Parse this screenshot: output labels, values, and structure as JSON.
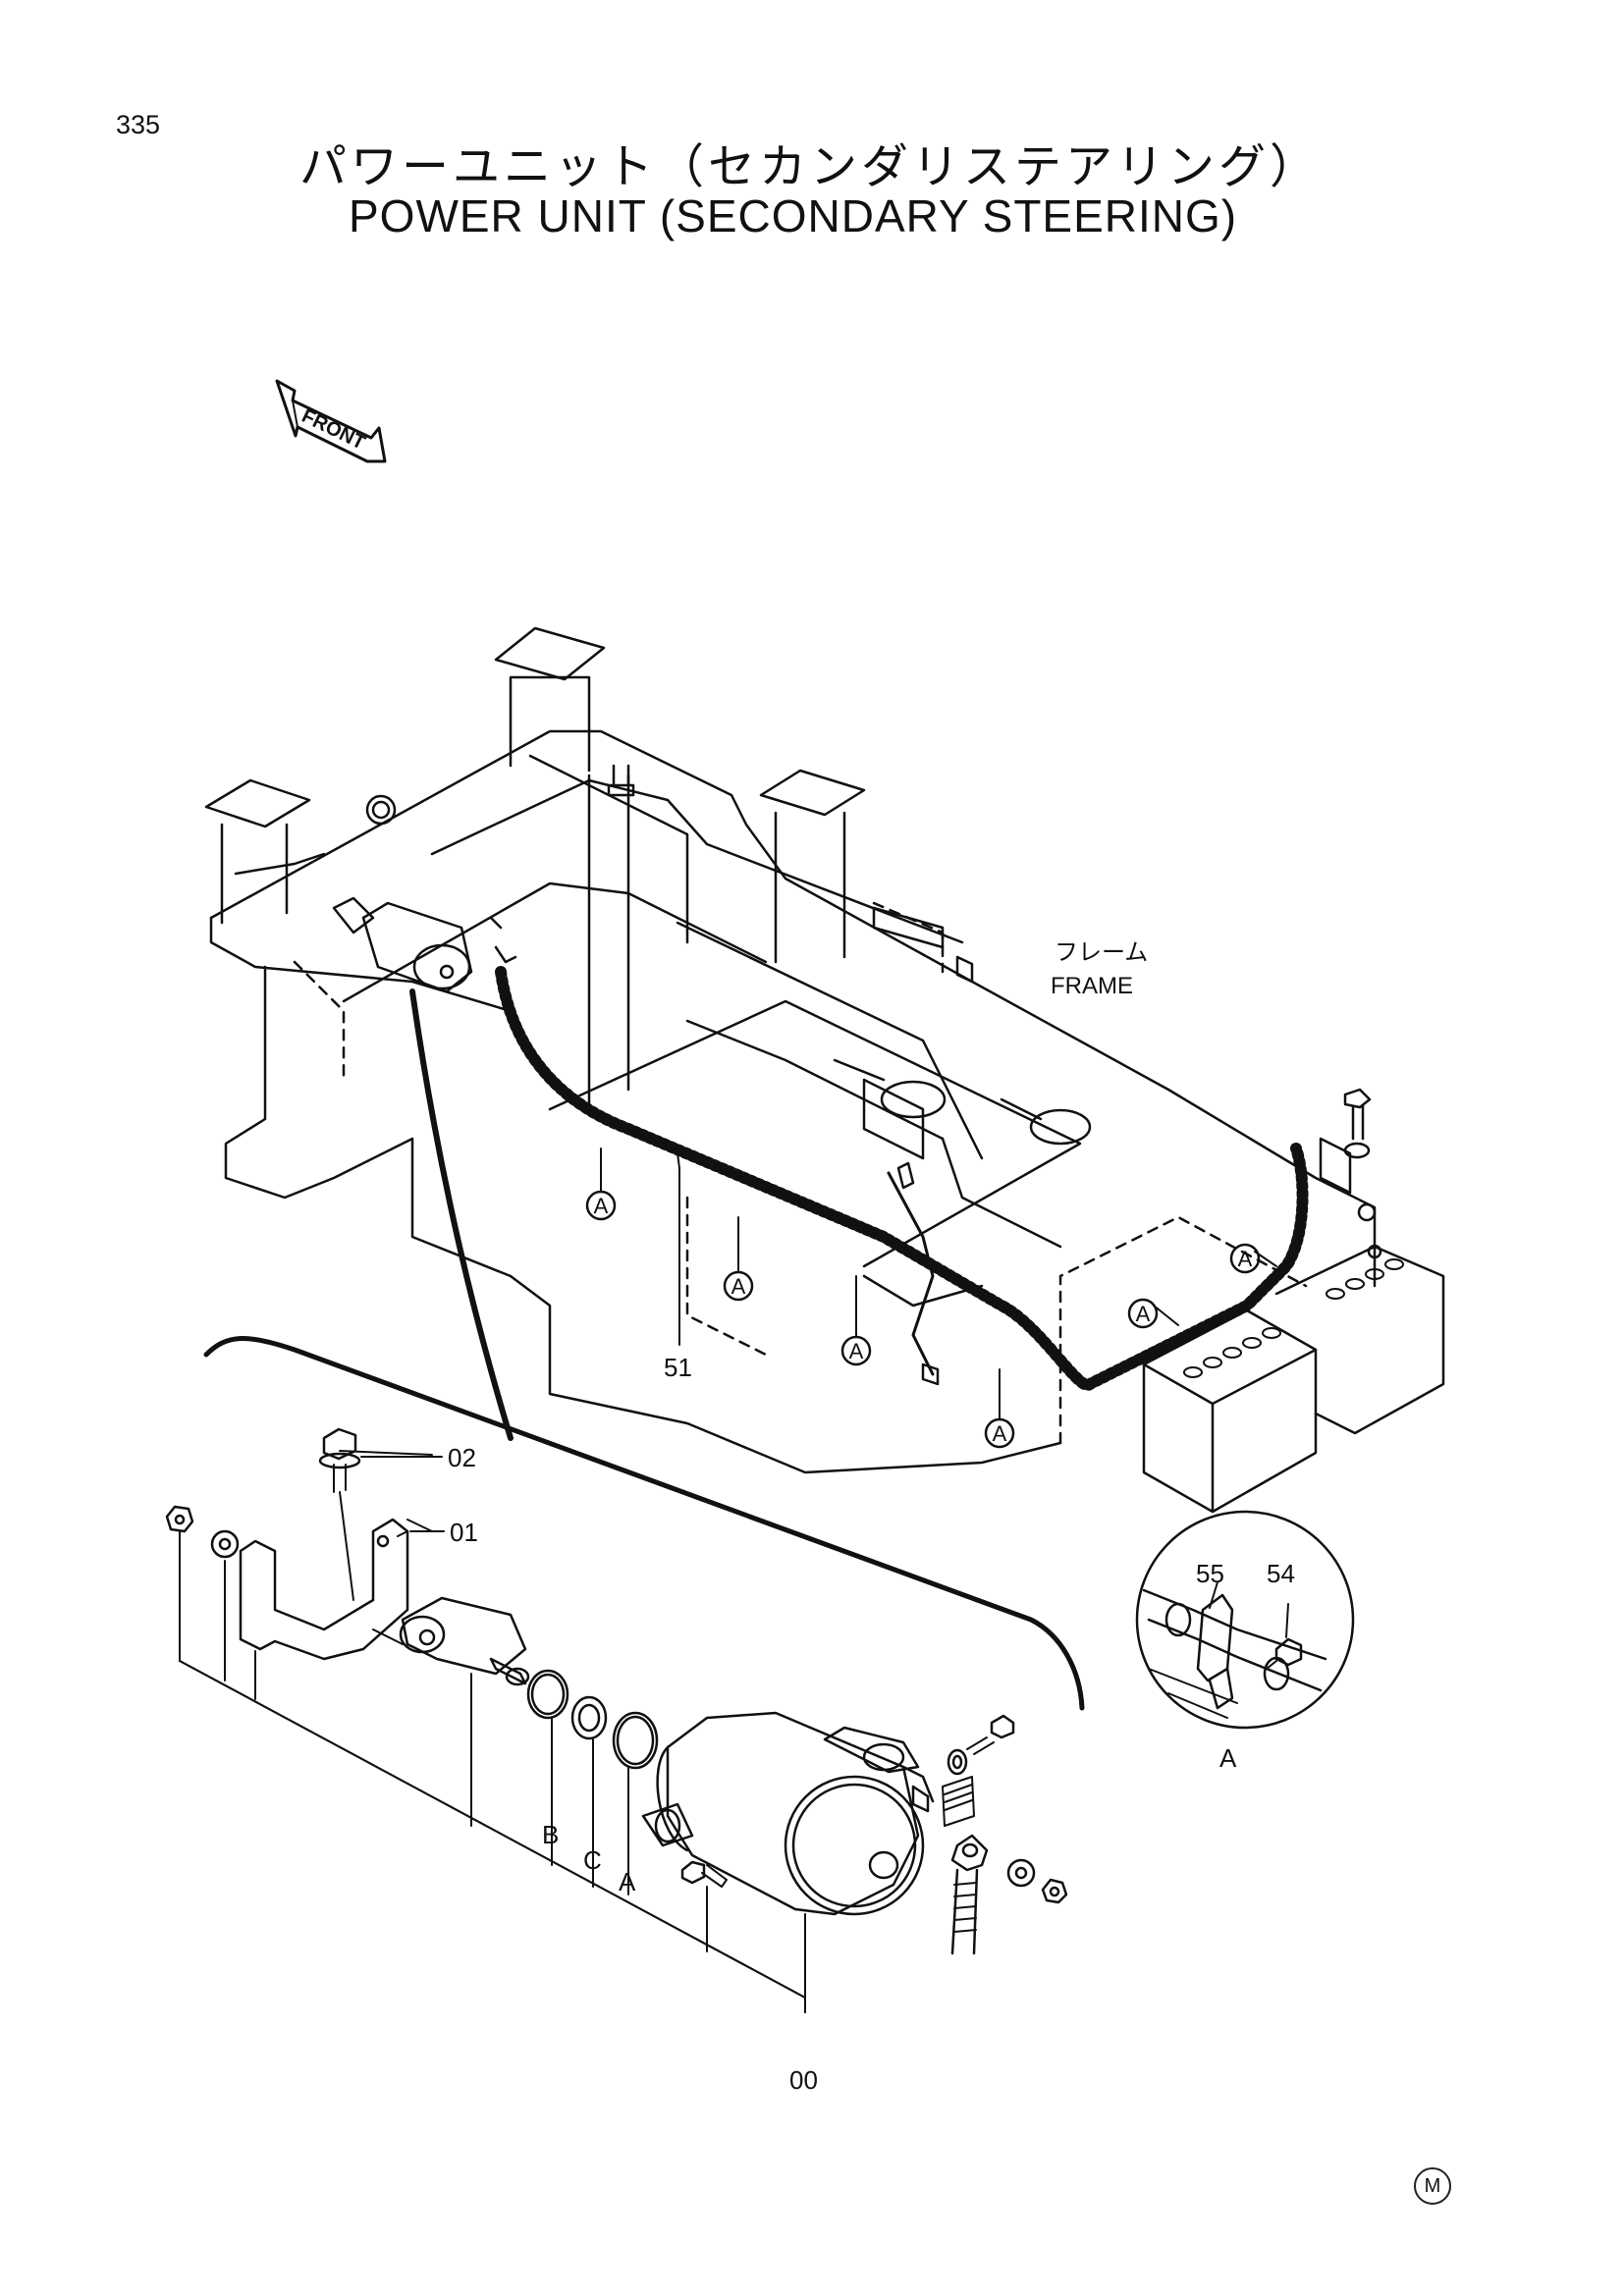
{
  "page": {
    "number": "335",
    "title_jp": "パワーユニット（セカンダリステアリング）",
    "title_en": "POWER UNIT (SECONDARY STEERING)",
    "mark": "Ⓜ"
  },
  "labels": {
    "front": "FRONT",
    "frame_jp": "フレーム",
    "frame_en": "FRAME",
    "clamp_ref": "A",
    "detail_caption": "A"
  },
  "callouts": {
    "p02": "02",
    "p01": "01",
    "p00": "00",
    "p51": "51",
    "p55": "55",
    "p54": "54",
    "oring_b": "B",
    "oring_c": "C",
    "oring_a": "A"
  },
  "colors": {
    "line": "#111111",
    "paper": "#ffffff"
  }
}
